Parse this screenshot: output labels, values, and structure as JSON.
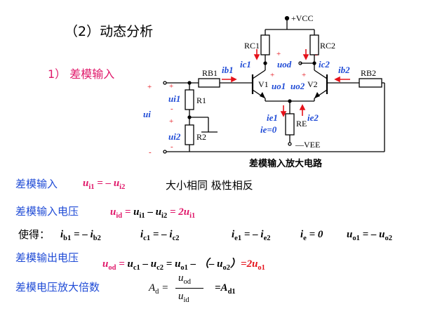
{
  "heading": "（2）动态分析",
  "subheading": "1）  差模输入",
  "circuit": {
    "caption": "差模输入放大电路",
    "vcc": "+VCC",
    "vee": "—VEE",
    "rc1": "RC1",
    "rc2": "RC2",
    "rb1": "RB1",
    "rb2": "RB2",
    "r1": "R1",
    "r2": "R2",
    "re": "RE",
    "v1": "V1",
    "v2": "V2",
    "ib1": "ib1",
    "ic1": "ic1",
    "ic2": "ic2",
    "ib2": "ib2",
    "uod": "uod",
    "uo1": "uo1",
    "uo2": "uo2",
    "ui": "ui",
    "ui1": "ui1",
    "ui2": "ui2",
    "ie1": "ie1",
    "ie2": "ie2",
    "ie0": "ie=0",
    "plus": "+",
    "minus": "-"
  },
  "rows": {
    "r1": {
      "label": "差模输入",
      "note": "大小相同 极性相反"
    },
    "r2": {
      "label": "差模输入电压"
    },
    "r3": {
      "label": "使得："
    },
    "r4": {
      "label": "差模输出电压"
    },
    "r5": {
      "label": "差模电压放大倍数"
    }
  }
}
